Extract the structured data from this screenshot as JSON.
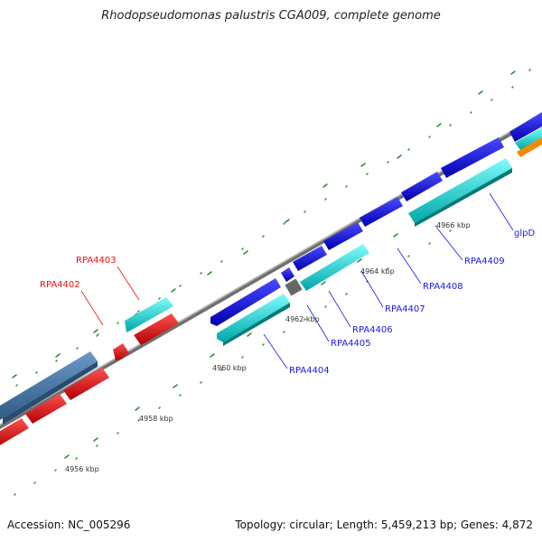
{
  "title": "Rhodopseudomonas palustris CGA009, complete genome",
  "footer": {
    "accession": "Accession: NC_005296",
    "summary": "Topology: circular; Length: 5,459,213 bp; Genes: 4,872"
  },
  "colors": {
    "backbone": "#888888",
    "forward_gene": "#1a1ae6",
    "forward_cds": "#00dede",
    "reverse_gene": "#ee1111",
    "other_gene": "#4a78a8",
    "gap": "#666666",
    "tick": "#2a8a2a",
    "misc": "#f08a00"
  },
  "ruler_labels": [
    "4956 kbp",
    "4958 kbp",
    "4960 kbp",
    "4962 kbp",
    "4964 kbp",
    "4966 kbp"
  ],
  "forward_labels": [
    "RPA4404",
    "RPA4405",
    "RPA4406",
    "RPA4407",
    "RPA4408",
    "RPA4409",
    "glpD"
  ],
  "reverse_labels": [
    "RPA4402",
    "RPA4403"
  ]
}
